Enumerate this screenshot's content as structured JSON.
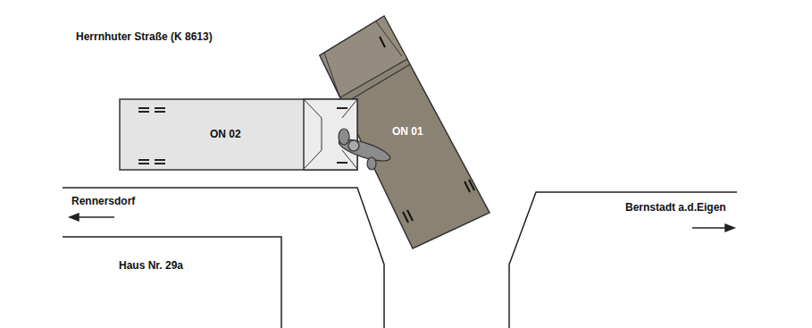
{
  "diagram": {
    "nodes": [
      {
        "text": [
          "ON 02"
        ]
      },
      {
        "text": [
          "ON 01"
        ]
      }
    ],
    "labels": [
      "Herrnhuter Straße (K 8613)",
      "Rennersdorf",
      "Haus Nr. 29a",
      "Bernstadt a.d.Eigen"
    ]
  }
}
